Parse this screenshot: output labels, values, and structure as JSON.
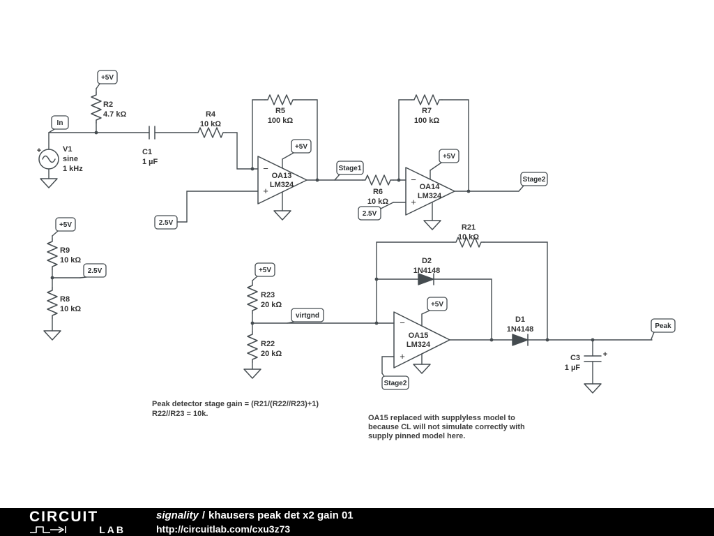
{
  "flags": {
    "plus5v": "+5V",
    "in": "In",
    "v25": "2.5V",
    "stage1": "Stage1",
    "stage2": "Stage2",
    "virtgnd": "virtgnd",
    "peak": "Peak"
  },
  "symbols": {
    "minus": "−",
    "plus": "+"
  },
  "components": {
    "v1": {
      "name": "V1",
      "l2": "sine",
      "l3": "1 kHz"
    },
    "r2": {
      "name": "R2",
      "value": "4.7 kΩ"
    },
    "c1": {
      "name": "C1",
      "value": "1 µF"
    },
    "r4": {
      "name": "R4",
      "value": "10 kΩ"
    },
    "r5": {
      "name": "R5",
      "value": "100 kΩ"
    },
    "oa13": {
      "name": "OA13",
      "model": "LM324"
    },
    "r6": {
      "name": "R6",
      "value": "10 kΩ"
    },
    "r7": {
      "name": "R7",
      "value": "100 kΩ"
    },
    "oa14": {
      "name": "OA14",
      "model": "LM324"
    },
    "r9": {
      "name": "R9",
      "value": "10 kΩ"
    },
    "r8": {
      "name": "R8",
      "value": "10 kΩ"
    },
    "r23": {
      "name": "R23",
      "value": "20 kΩ"
    },
    "r22": {
      "name": "R22",
      "value": "20 kΩ"
    },
    "oa15": {
      "name": "OA15",
      "model": "LM324"
    },
    "r21": {
      "name": "R21",
      "value": "10 kΩ"
    },
    "d2": {
      "name": "D2",
      "model": "1N4148"
    },
    "d1": {
      "name": "D1",
      "model": "1N4148"
    },
    "c3": {
      "name": "C3",
      "value": "1 µF"
    }
  },
  "annotations": {
    "gain1": "Peak detector stage gain = (R21/(R22//R23)+1)",
    "gain2": "R22//R23 = 10k.",
    "oa15_1": "OA15 replaced with supplyless model to",
    "oa15_2": "because CL will not simulate correctly with",
    "oa15_3": "supply pinned model here."
  },
  "footer": {
    "logo_top": "CIRCUIT",
    "logo_bottom": "LAB",
    "author": "signality",
    "sep": "/",
    "title": "khausers peak det x2 gain 01",
    "url": "http://circuitlab.com/cxu3z73"
  },
  "colors": {
    "wire": "#454c50",
    "label": "#333333",
    "footer_bg": "#000000"
  }
}
